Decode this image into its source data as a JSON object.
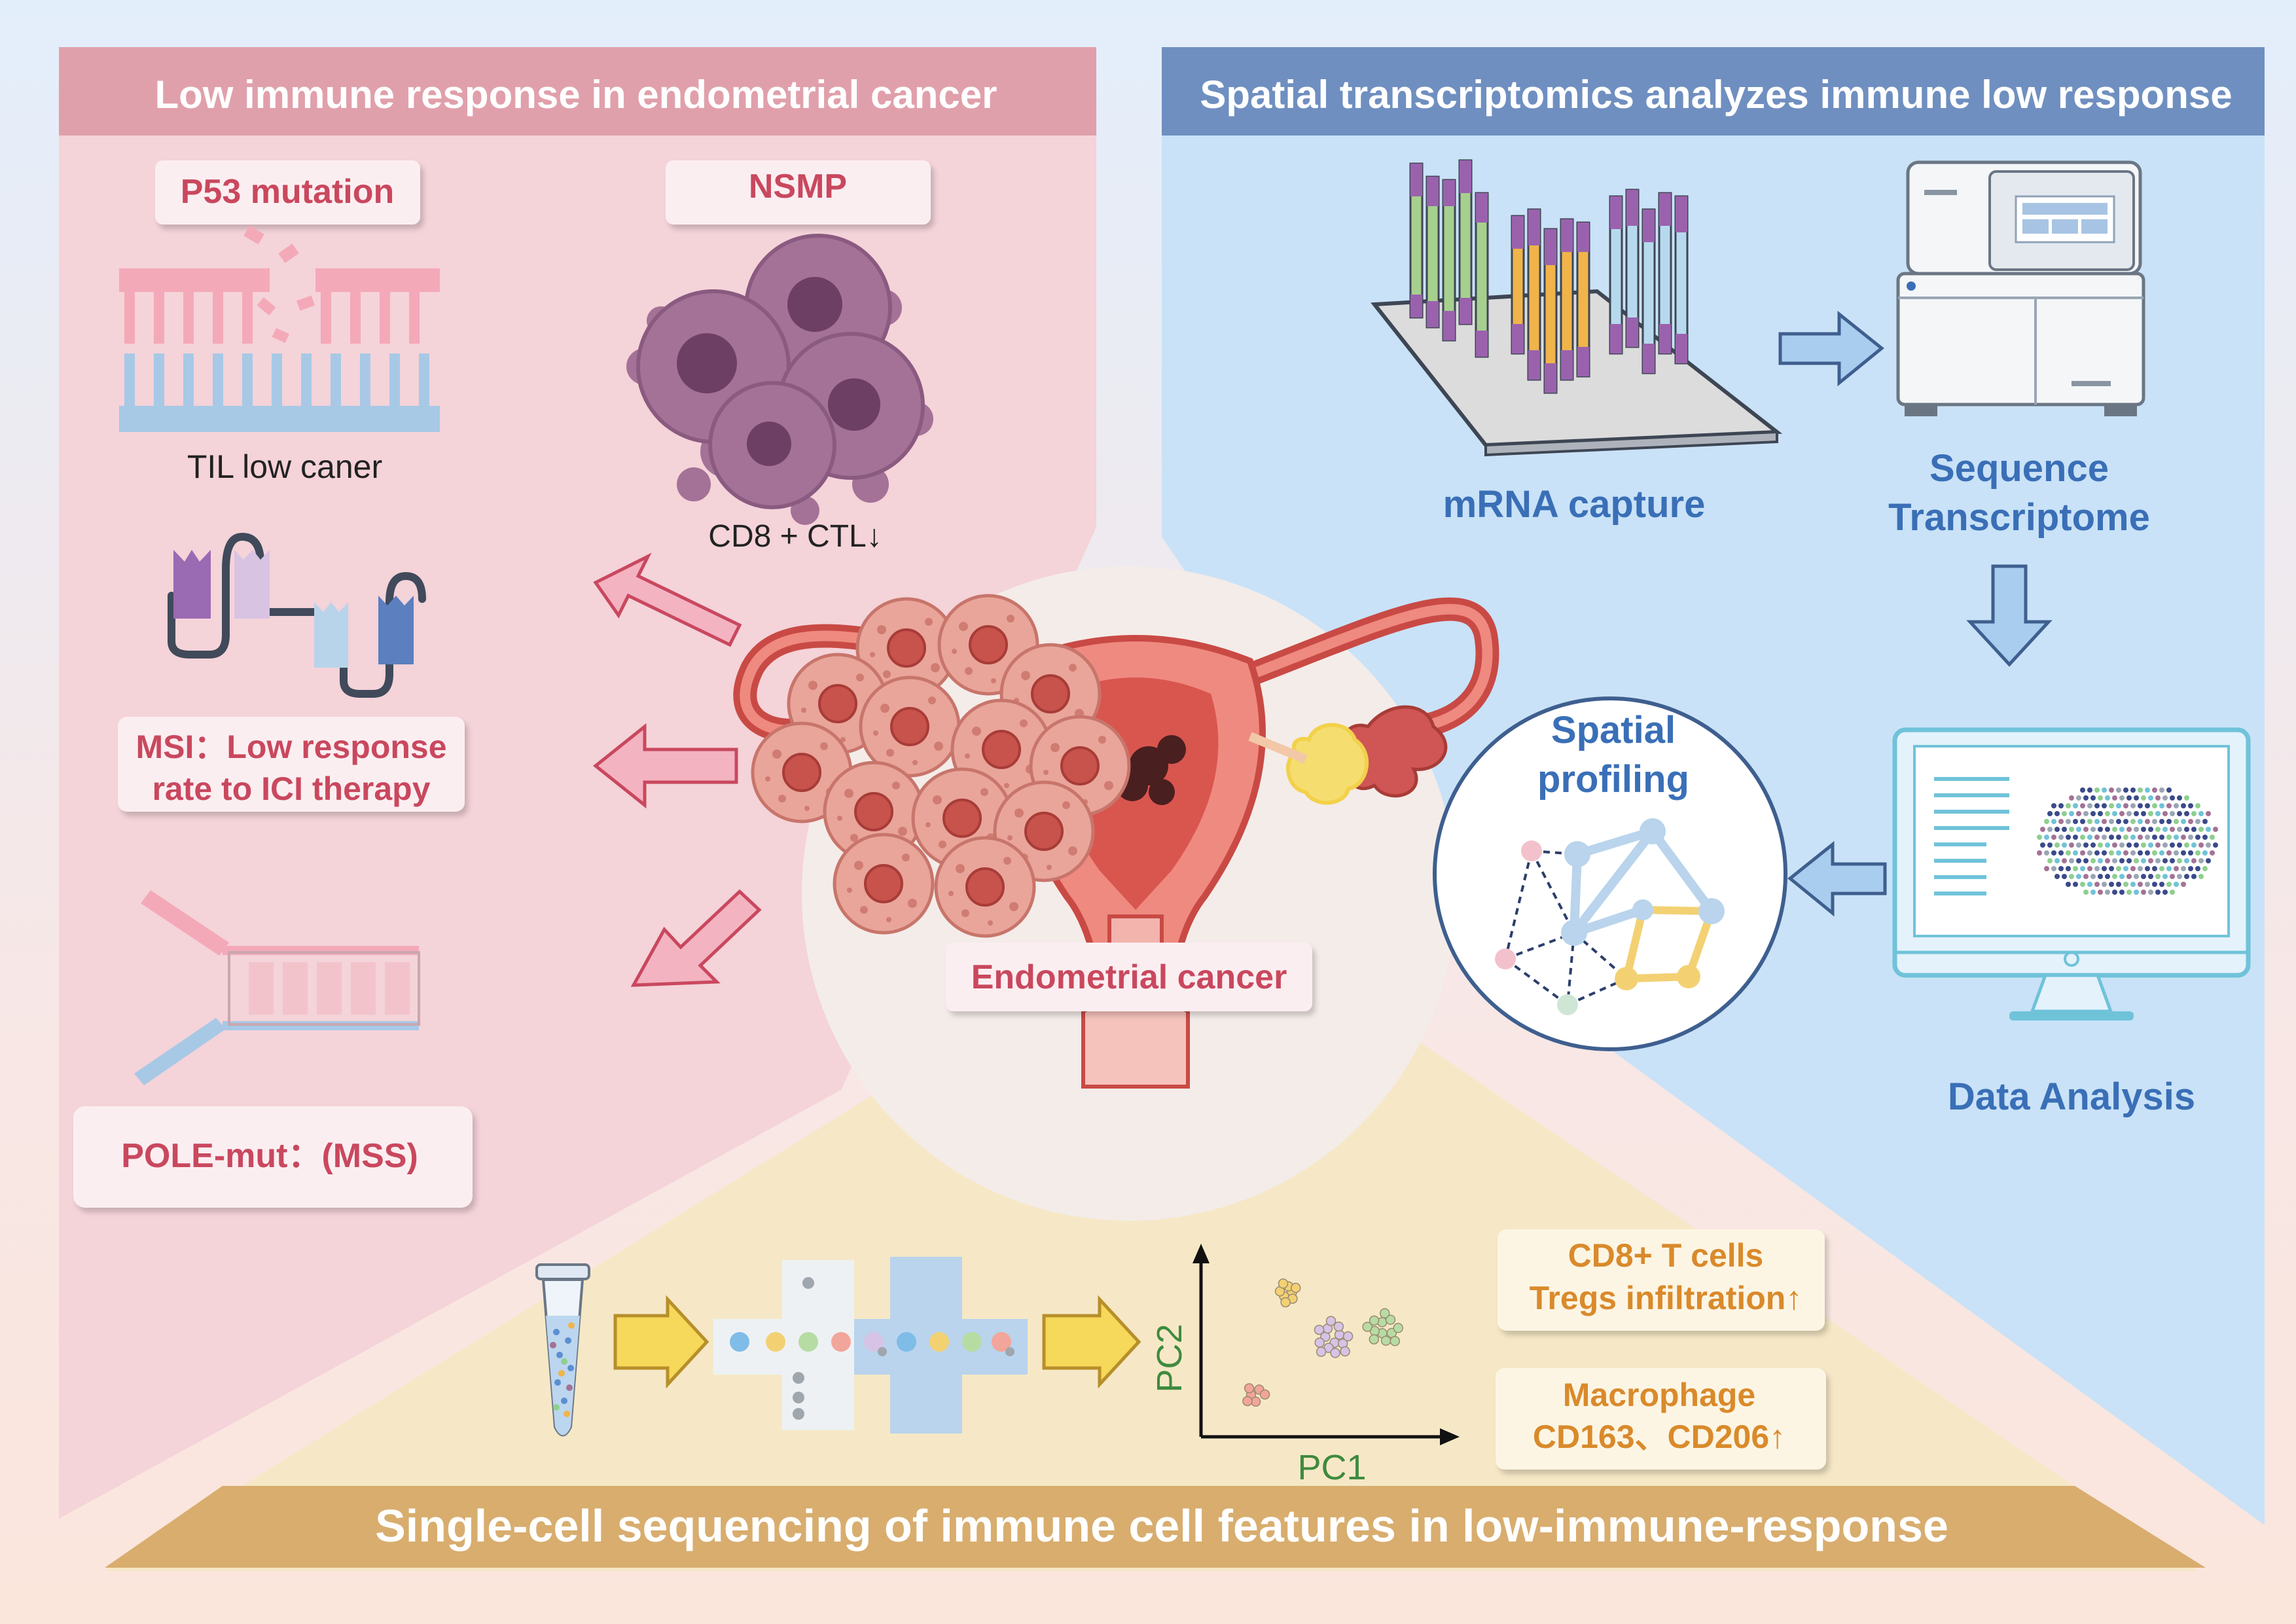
{
  "panels": {
    "left": {
      "title": "Low immune response in endometrial cancer",
      "p53": {
        "label": "P53 mutation",
        "caption": "TIL low caner"
      },
      "nsmp": {
        "label": "NSMP",
        "caption": "CD8 + CTL↓"
      },
      "msi": {
        "line1": "MSI：Low response",
        "line2": "rate to ICI therapy"
      },
      "pole": {
        "label": "POLE-mut：(MSS)"
      }
    },
    "right": {
      "title": "Spatial transcriptomics analyzes immune low response",
      "mrna": "mRNA capture",
      "sequence": {
        "line1": "Sequence",
        "line2": "Transcriptome"
      },
      "spatial": {
        "line1": "Spatial",
        "line2": "profiling"
      },
      "data_analysis": "Data Analysis"
    },
    "center": {
      "label": "Endometrial cancer"
    },
    "bottom": {
      "title": "Single-cell sequencing of immune cell features in low-immune-response",
      "pc1": "PC1",
      "pc2": "PC2",
      "cd8": {
        "line1": "CD8+ T cells",
        "line2": "Tregs infiltration↑"
      },
      "macro": {
        "line1": "Macrophage",
        "line2": "CD163、CD206↑"
      }
    }
  },
  "colors": {
    "left_bg": "#f4d3d9",
    "left_header": "#e0a0ab",
    "right_bg": "#c9e2f7",
    "right_header": "#6f8fc0",
    "bottom_bg": "#f6e8c6",
    "bottom_banner": "#d8ad6e",
    "pink_text": "#c9485e",
    "blue_text": "#3a6fb7",
    "orange_text": "#d98a2b",
    "green_text": "#3f8a3f"
  }
}
